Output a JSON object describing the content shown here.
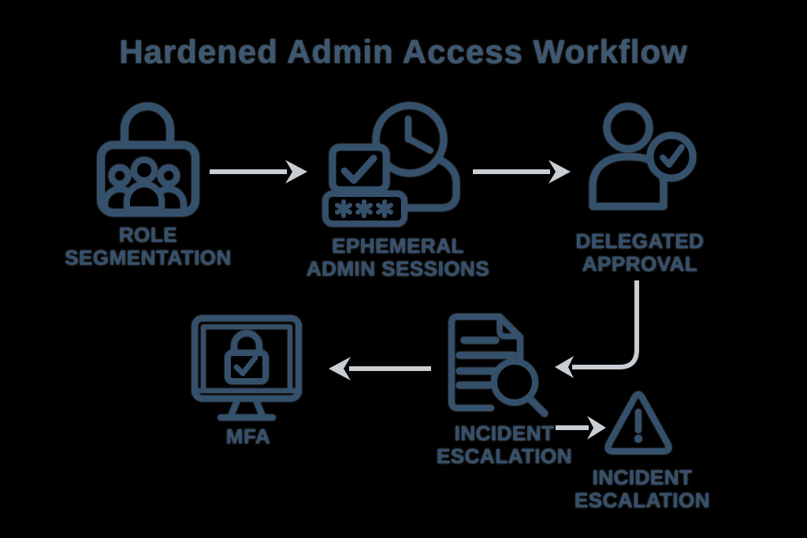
{
  "title": "Hardened Admin Access Workflow",
  "colors": {
    "background": "#000000",
    "icon": "#35506b",
    "title": "#3e5872",
    "label": "#34506e",
    "arrow": "#c9ced3"
  },
  "steps": [
    {
      "id": "role-segmentation",
      "icon": "lock-users-icon",
      "label_line1": "ROLE",
      "label_line2": "SEGMENTATION"
    },
    {
      "id": "ephemeral-admin-sessions",
      "icon": "checkbox-clock-password-icon",
      "label_line1": "EPHEMERAL",
      "label_line2": "ADMIN SESSIONS"
    },
    {
      "id": "delegated-approval",
      "icon": "user-check-icon",
      "label_line1": "DELEGATED",
      "label_line2": "APPROVAL"
    },
    {
      "id": "mfa",
      "icon": "monitor-lock-check-icon",
      "label_line1": "MFA",
      "label_line2": ""
    },
    {
      "id": "incident-escalation-review",
      "icon": "document-magnifier-icon",
      "label_line1": "INCIDENT",
      "label_line2": "ESCALATION"
    },
    {
      "id": "incident-escalation-alert",
      "icon": "warning-triangle-icon",
      "label_line1": "INCIDENT",
      "label_line2": "ESCALATION"
    }
  ]
}
